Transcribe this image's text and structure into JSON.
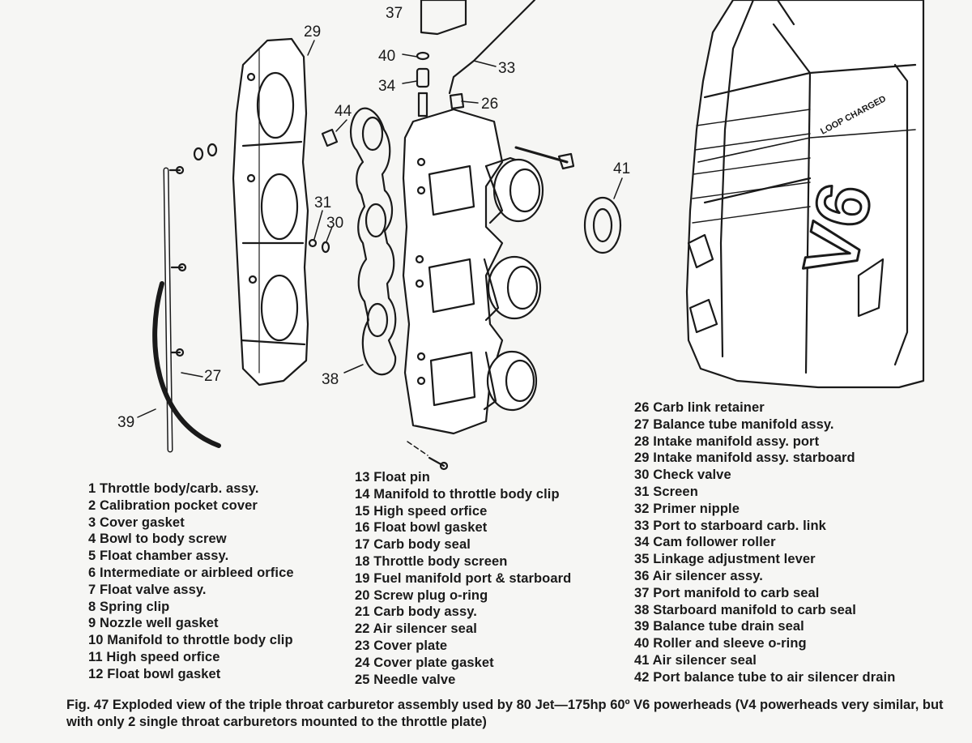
{
  "callouts": [
    {
      "id": "37",
      "label": "37"
    },
    {
      "id": "29",
      "label": "29"
    },
    {
      "id": "40",
      "label": "40"
    },
    {
      "id": "34",
      "label": "34"
    },
    {
      "id": "33",
      "label": "33"
    },
    {
      "id": "26",
      "label": "26"
    },
    {
      "id": "44",
      "label": "44"
    },
    {
      "id": "41",
      "label": "41"
    },
    {
      "id": "31",
      "label": "31"
    },
    {
      "id": "30",
      "label": "30"
    },
    {
      "id": "27",
      "label": "27"
    },
    {
      "id": "38",
      "label": "38"
    },
    {
      "id": "39",
      "label": "39"
    }
  ],
  "legend": {
    "col1": [
      "1 Throttle body/carb. assy.",
      "2 Calibration pocket cover",
      "3 Cover gasket",
      "4 Bowl to body screw",
      "5 Float chamber assy.",
      "6 Intermediate or airbleed orfice",
      "7 Float valve assy.",
      "8 Spring clip",
      "9 Nozzle well gasket",
      "10 Manifold to throttle body clip",
      "11 High speed orfice",
      "12 Float bowl gasket"
    ],
    "col2": [
      "13 Float pin",
      "14 Manifold to throttle body clip",
      "15 High speed orfice",
      "16 Float bowl gasket",
      "17 Carb body seal",
      "18 Throttle body screen",
      "19 Fuel manifold port & starboard",
      "20 Screw plug o-ring",
      "21 Carb body assy.",
      "22 Air silencer seal",
      "23 Cover plate",
      "24 Cover plate gasket",
      "25 Needle valve"
    ],
    "col3": [
      "26 Carb link retainer",
      "27 Balance tube manifold assy.",
      "28 Intake manifold assy. port",
      "29 Intake manifold assy. starboard",
      "30 Check valve",
      "31 Screen",
      "32 Primer nipple",
      "33 Port to starboard carb. link",
      "34 Cam follower roller",
      "35 Linkage adjustment lever",
      "36 Air silencer assy.",
      "37 Port manifold to carb seal",
      "38 Starboard manifold to carb seal",
      "39 Balance tube drain seal",
      "40 Roller and sleeve o-ring",
      "41 Air silencer seal",
      "42 Port balance tube to air silencer drain"
    ]
  },
  "cover_badge": {
    "brand": "LOOP CHARGED",
    "model": "V6"
  },
  "caption": "Fig. 47  Exploded view of the triple throat carburetor assembly used by 80 Jet—175hp 60º V6 powerheads (V4 powerheads very similar, but with only 2 single throat carburetors mounted to the throttle plate)"
}
